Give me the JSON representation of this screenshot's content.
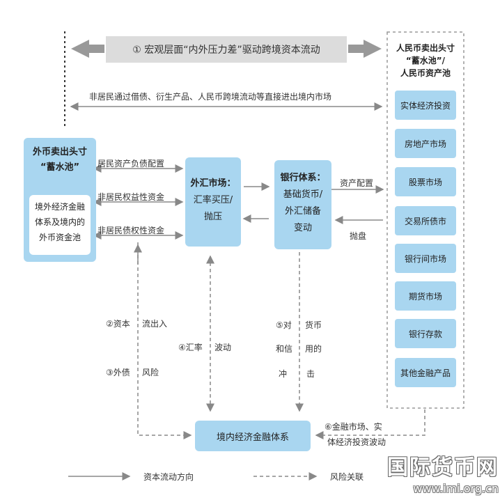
{
  "banner": {
    "text": "① 宏观层面“内外压力差”驱动跨境资本流动"
  },
  "top_arrow_label": "非居民通过借债、衍生产品、人民币跨境流动等直接进出境内市场",
  "foreign_pool": {
    "title_line1": "外币卖出头寸",
    "title_line2": "“蓄水池”",
    "inner_line1": "境外经济金融",
    "inner_line2": "体系及境内的",
    "inner_line3": "外币资金池"
  },
  "flows_left": {
    "resident_debt": "居民资产负债配置",
    "nonresident_equity": "非居民权益性资金",
    "nonresident_debt": "非居民债权性资金"
  },
  "fx_market": {
    "line1": "外汇市场：",
    "line2": "汇率买压/",
    "line3": "抛压"
  },
  "bank_system": {
    "line1": "银行体系：",
    "line2": "基础货币/",
    "line3": "外汇储备",
    "line4": "变动"
  },
  "asset_allocation": "资产配置",
  "sell_off": "抛盘",
  "rmb_pool": {
    "title_line1": "人民币卖出头寸",
    "title_line2": "“蓄水池”/",
    "title_line3": "人民币资产池",
    "items": [
      "实体经济投资",
      "房地产市场",
      "股票市场",
      "交易所债市",
      "银行间市场",
      "期货市场",
      "银行存款",
      "其他金融产品"
    ]
  },
  "risk_labels": {
    "capital_flow_a": "②资本",
    "capital_flow_b": "流出入",
    "external_debt_a": "③外债",
    "external_debt_b": "风险",
    "fx_volatility_a": "④汇率",
    "fx_volatility_b": "波动",
    "shock_a1": "⑤对",
    "shock_a2": "货币",
    "shock_b1": "和信",
    "shock_b2": "用的",
    "shock_c1": "冲",
    "shock_c2": "击"
  },
  "domestic_system": "境内经济金融体系",
  "volatility_label_line1": "⑥金融市场、实",
  "volatility_label_line2": "体经济投资波动",
  "legend": {
    "solid": "资本流动方向",
    "dashed": "风险关联"
  },
  "watermark": {
    "title": "国际货币网",
    "url": "www.imi.org.cn"
  },
  "colors": {
    "box": "#a9d6f0",
    "arrow": "#888888",
    "banner": "#dcdcdc"
  }
}
